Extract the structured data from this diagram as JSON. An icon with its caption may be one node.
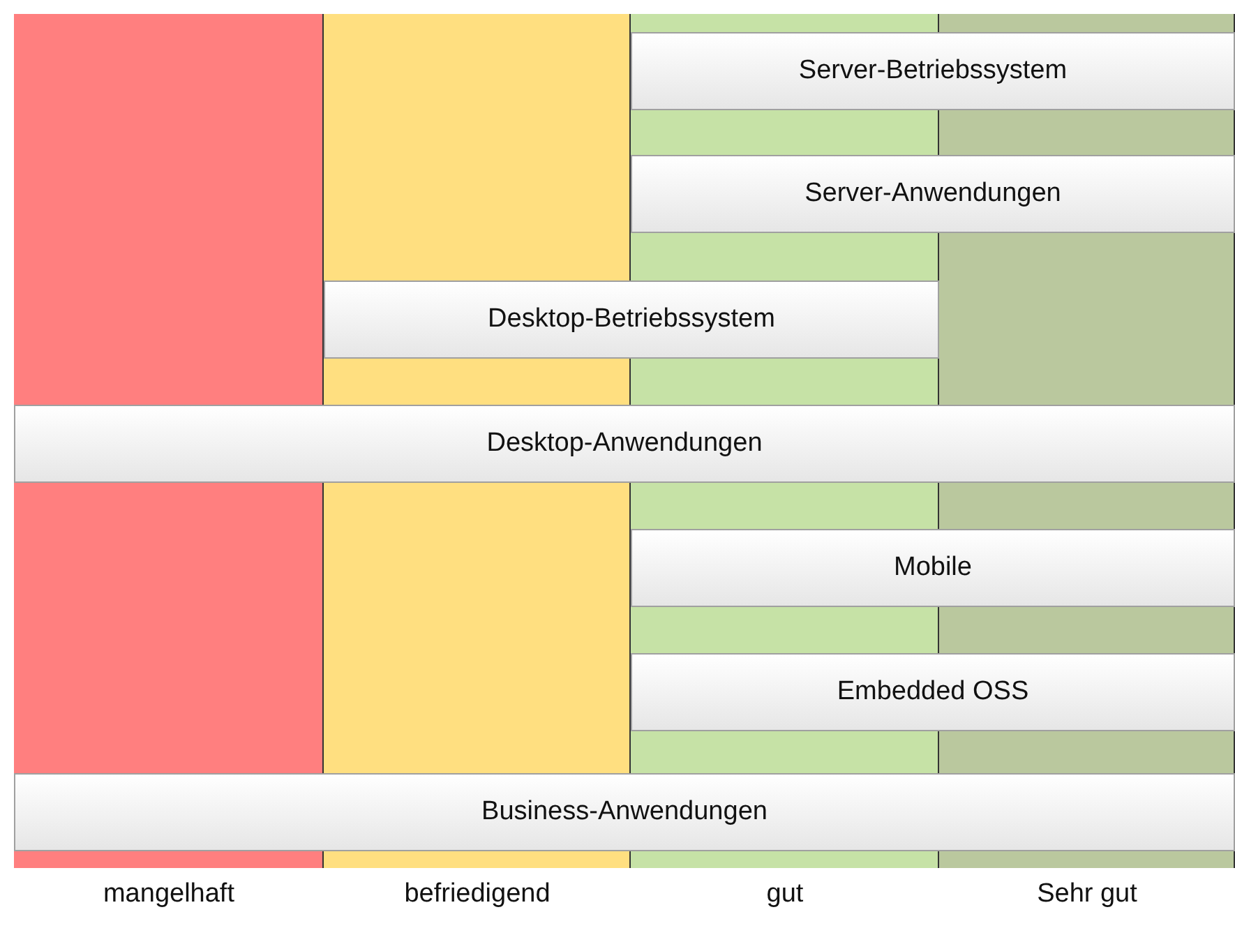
{
  "diagram": {
    "nodes": [
      {
        "text": [
          "mangelhaft"
        ]
      },
      {
        "text": [
          "befriedigend"
        ]
      },
      {
        "text": [
          "gut"
        ]
      },
      {
        "text": [
          "Sehr gut"
        ]
      },
      {
        "text": [
          "Server-Betriebssystem"
        ]
      },
      {
        "text": [
          "Server-Anwendungen"
        ]
      },
      {
        "text": [
          "Desktop-Betriebssystem"
        ]
      },
      {
        "text": [
          "Desktop-Anwendungen"
        ]
      },
      {
        "text": [
          "Mobile"
        ]
      },
      {
        "text": [
          "Embedded OSS"
        ]
      },
      {
        "text": [
          "Business-Anwendungen"
        ]
      }
    ]
  }
}
